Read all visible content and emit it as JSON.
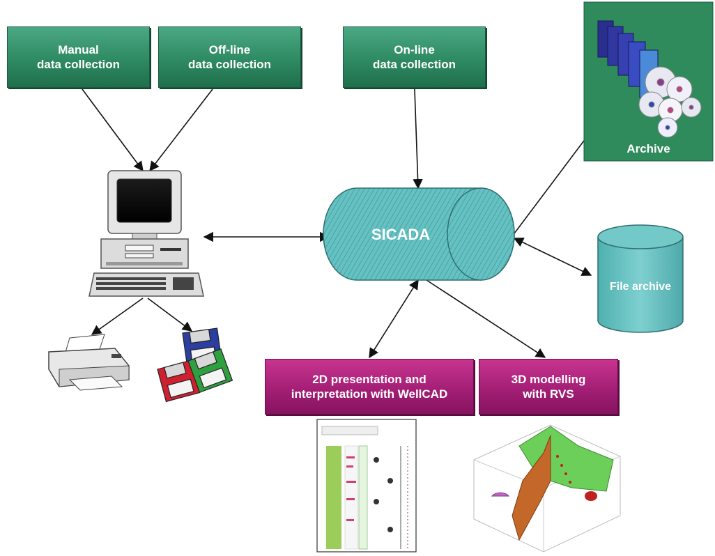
{
  "nodes": {
    "manual": "Manual\ndata collection",
    "offline": "Off-line\ndata collection",
    "online": "On-line\ndata collection",
    "archive": "Archive",
    "sicada": "SICADA",
    "file_archive": "File archive",
    "presentation_2d": "2D presentation and\ninterpretation with WellCAD",
    "modelling_3d": "3D modelling\nwith RVS"
  },
  "colors": {
    "green_box": "#2e8a62",
    "magenta_box": "#a01d73",
    "cylinder": "#5cb8b8",
    "archive_bg": "#2f8a5c"
  }
}
